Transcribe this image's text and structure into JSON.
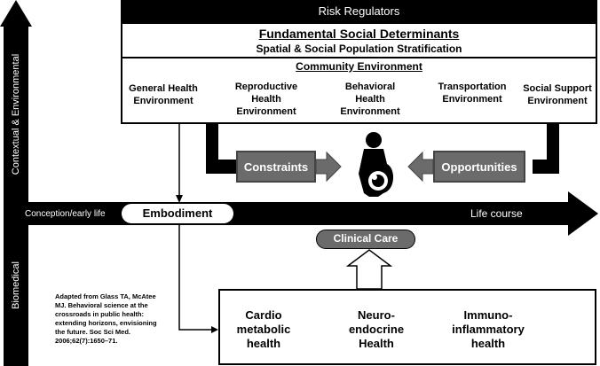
{
  "header": {
    "risk_regulators": "Risk Regulators",
    "fundamental": "Fundamental Social Determinants",
    "spatial": "Spatial & Social Population Stratification",
    "community": "Community Environment"
  },
  "environments": {
    "general": [
      "General Health",
      "Environment"
    ],
    "reproductive": [
      "Reproductive",
      "Health",
      "Environment"
    ],
    "behavioral": [
      "Behavioral",
      "Health",
      "Environment"
    ],
    "transportation": [
      "Transportation",
      "Environment"
    ],
    "social_support": [
      "Social Support",
      "Environment"
    ]
  },
  "forces": {
    "constraints": "Constraints",
    "opportunities": "Opportunities"
  },
  "axis": {
    "vertical_top": "Contextual & Environmental",
    "vertical_bottom": "Biomedical",
    "conception": "Conception/early life",
    "life_course": "Life course"
  },
  "embodiment": "Embodiment",
  "clinical_care": "Clinical Care",
  "outcomes": {
    "cardio": [
      "Cardio",
      "metabolic",
      "health"
    ],
    "neuro": [
      "Neuro-",
      "endocrine",
      "Health"
    ],
    "immuno": [
      "Immuno-",
      "inflammatory",
      "health"
    ]
  },
  "citation": [
    "Adapted from Glass TA, McAtee",
    "MJ. Behavioral science at the",
    "crossroads in public health:",
    "extending horizons, envisioning",
    "the future. Soc Sci Med.",
    "2006;62(7):1650–71."
  ],
  "colors": {
    "black": "#000000",
    "dark_gray": "#6b6b6b",
    "white": "#ffffff"
  },
  "icons": {
    "pregnant_figure": "pregnant-woman-icon"
  }
}
